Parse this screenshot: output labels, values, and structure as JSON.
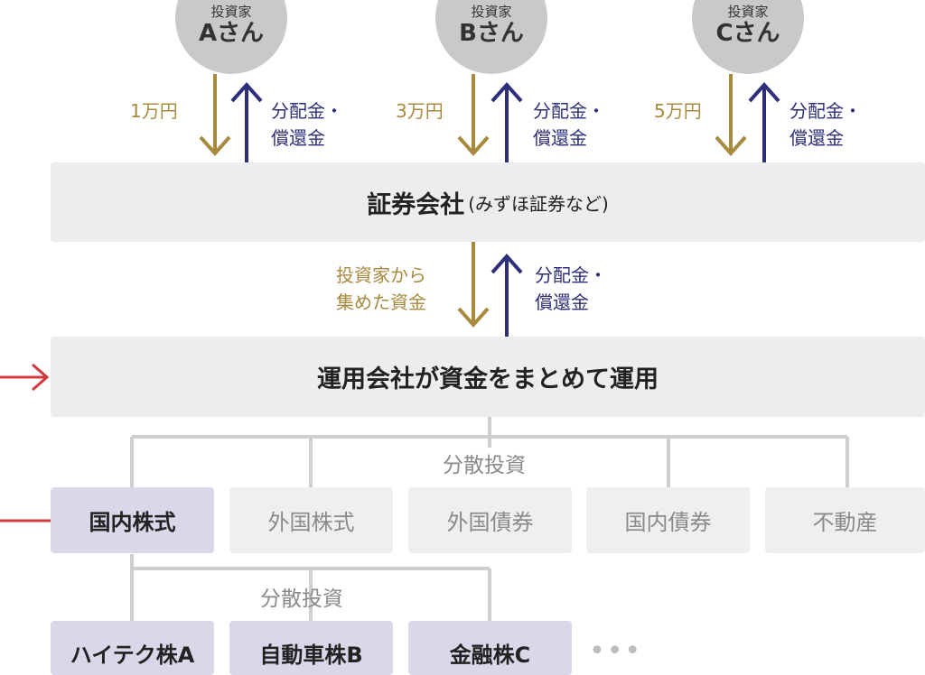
{
  "investors": [
    {
      "role": "投資家",
      "name": "Aさん",
      "amount": "1万円",
      "return_label": [
        "分配金・",
        "償還金"
      ]
    },
    {
      "role": "投資家",
      "name": "Bさん",
      "amount": "3万円",
      "return_label": [
        "分配金・",
        "償還金"
      ]
    },
    {
      "role": "投資家",
      "name": "Cさん",
      "amount": "5万円",
      "return_label": [
        "分配金・",
        "償還金"
      ]
    }
  ],
  "securities": {
    "name": "証券会社",
    "example": "(みずほ証券など)"
  },
  "middle_flow": {
    "down_label": [
      "投資家から",
      "集めた資金"
    ],
    "up_label": [
      "分配金・",
      "償還金"
    ]
  },
  "asset_manager": {
    "text": "運用会社が資金をまとめて運用"
  },
  "diversification_label": "分散投資",
  "asset_classes": [
    "国内株式",
    "外国株式",
    "外国債券",
    "国内債券",
    "不動産"
  ],
  "sub_diversification_label": "分散投資",
  "stocks": [
    "ハイテク株A",
    "自動車株B",
    "金融株C"
  ],
  "more": "•••",
  "colors": {
    "gold": "#a88a3f",
    "navy": "#2d2f7a",
    "red": "#d0393e",
    "connector": "#cfcfcf"
  }
}
